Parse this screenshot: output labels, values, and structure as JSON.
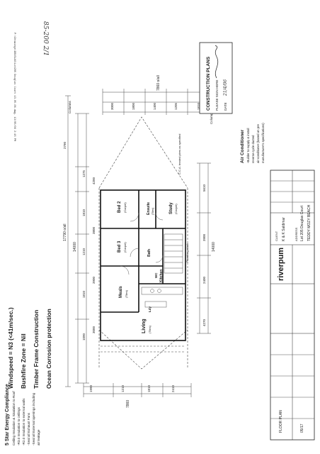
{
  "header": {
    "print_stamp": "P:\\Drawings\\DOUGLAS\\Lot205 Douglas Court 13.05.06.dwg, 13/05/06 2:15 PM",
    "handwritten_note": "85-200 2/1"
  },
  "site_notes": {
    "wind_speed": "Windspeed = N3 (<41m/sec.)",
    "bushfire": "Bushfire Zone = Nil",
    "frame": "Timber Frame Construction",
    "corrosion": "Ocean Corrosion protection"
  },
  "energy": {
    "title": "5 Star Energy Compliance",
    "lines": [
      "Ceiling Insulation & Sisalation to Roof",
      "-R3.0 Insulation to ceilings",
      "-R2.0 Insulation to external walls",
      "-Seal all Exhaust Fans",
      "-Seal all External openings including",
      "  air leakage"
    ]
  },
  "construction_plans": {
    "title": "CONSTRUCTION PLANS",
    "sign_label": "PLEASE SIGN HERE",
    "date_label": "DATE",
    "date_value": "21/4/06"
  },
  "air_conditioner": {
    "title": "Air Conditioner",
    "lines": [
      "-Builder to supply & install",
      "reverse cycle ducted",
      "air-conditioner (based on pre",
      "manufacturer's specifications)"
    ]
  },
  "title_block": {
    "company": "riverpum",
    "client_label": "CLIENT",
    "client": "K & K Saldimar",
    "address_label": "ADDRESS",
    "address": "Lot 205 Douglas Court",
    "suburb": "TEDDY MOZY BEACH",
    "drawing": "FLOOR PLAN",
    "job_no": "05/17"
  },
  "rooms": {
    "bed2": "Bed 2",
    "bed3": "Bed 3",
    "study": "Study",
    "ensuite": "Ensuite",
    "meals": "Meals",
    "living": "Living",
    "kitchen": "Kitchen",
    "laundry": "Ldy",
    "bath": "Bath",
    "wc": "WC",
    "carpet": "(Carpet)",
    "tiles": "(Tiles)"
  },
  "annotations": {
    "columns": "Columns",
    "cca_treated": "C.C.A. treated piers as specified",
    "plumbing_stack": "Plumbing stack"
  },
  "dimensions": {
    "top_total": "17790 o/all",
    "top_span": "14000",
    "top_row": [
      "1090",
      "1810",
      "1210",
      "1810",
      "1275"
    ],
    "top_row2": [
      "3000",
      "3900",
      "3800",
      "4200"
    ],
    "top_col": "2790",
    "right_total": "7860 o/all",
    "right_row": [
      "3000",
      "1800",
      "1400",
      "1205",
      "1810"
    ],
    "left_total": "7860",
    "left_row": [
      "1990",
      "1210",
      "1810",
      "2410"
    ],
    "bottom_row": [
      "4270",
      "2400",
      "3900",
      "5610"
    ],
    "bottom_total": "14000"
  }
}
